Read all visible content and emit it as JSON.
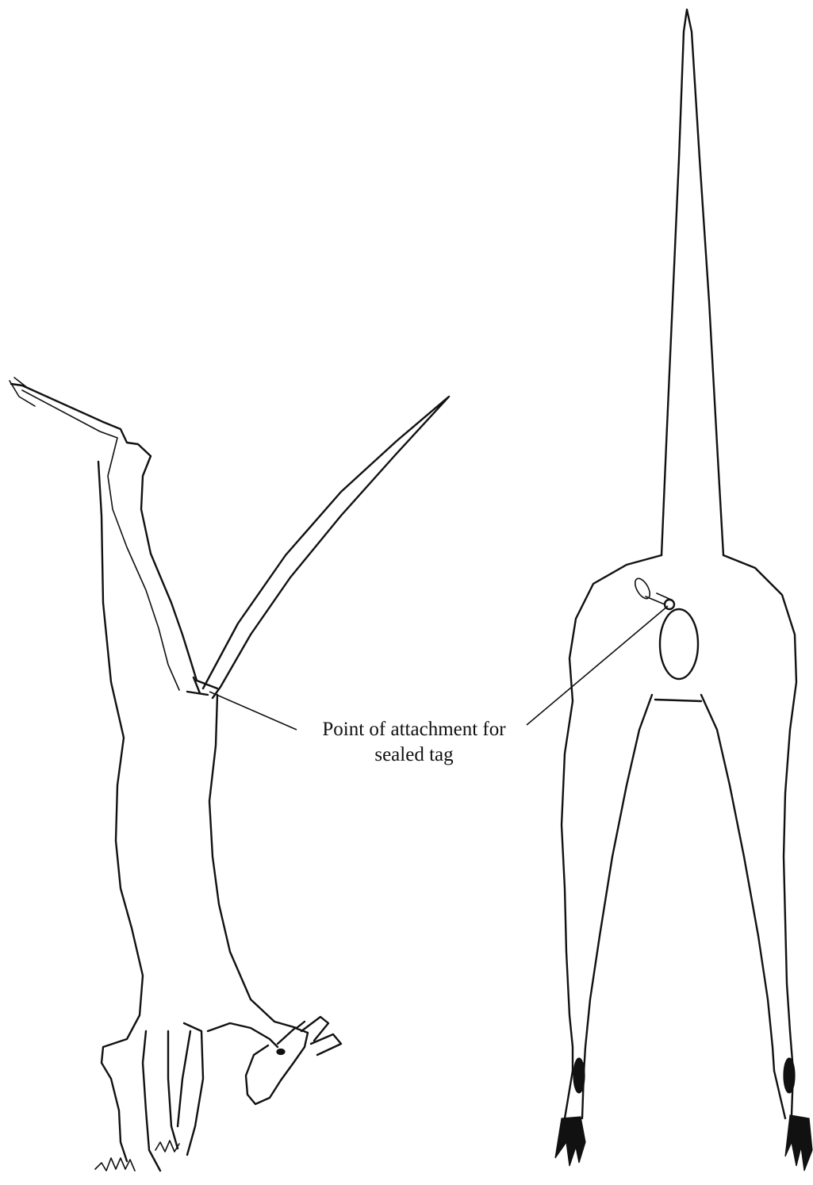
{
  "callout": {
    "line1": "Point of attachment for",
    "line2": "sealed tag"
  },
  "icons": [
    "deer-carcass-side-view",
    "deer-carcass-rear-view",
    "tag-wire-loop"
  ]
}
